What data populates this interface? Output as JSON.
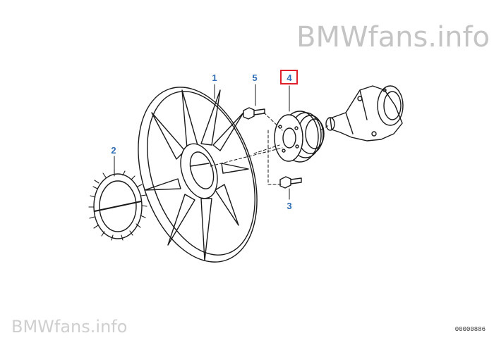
{
  "watermark": {
    "top": "BMWfans.info",
    "bottom": "BMWfans.info"
  },
  "callouts": {
    "fan": "1",
    "gear": "2",
    "bolt_lower": "3",
    "pulley": "4",
    "bolt_upper": "5"
  },
  "highlighted_callout": "4",
  "diagram_code": "00000886",
  "colors": {
    "callout_text": "#2f6db5",
    "highlight_box": "#e0202a",
    "line_art": "#1a1a1a",
    "watermark": "#c4c4c4"
  }
}
